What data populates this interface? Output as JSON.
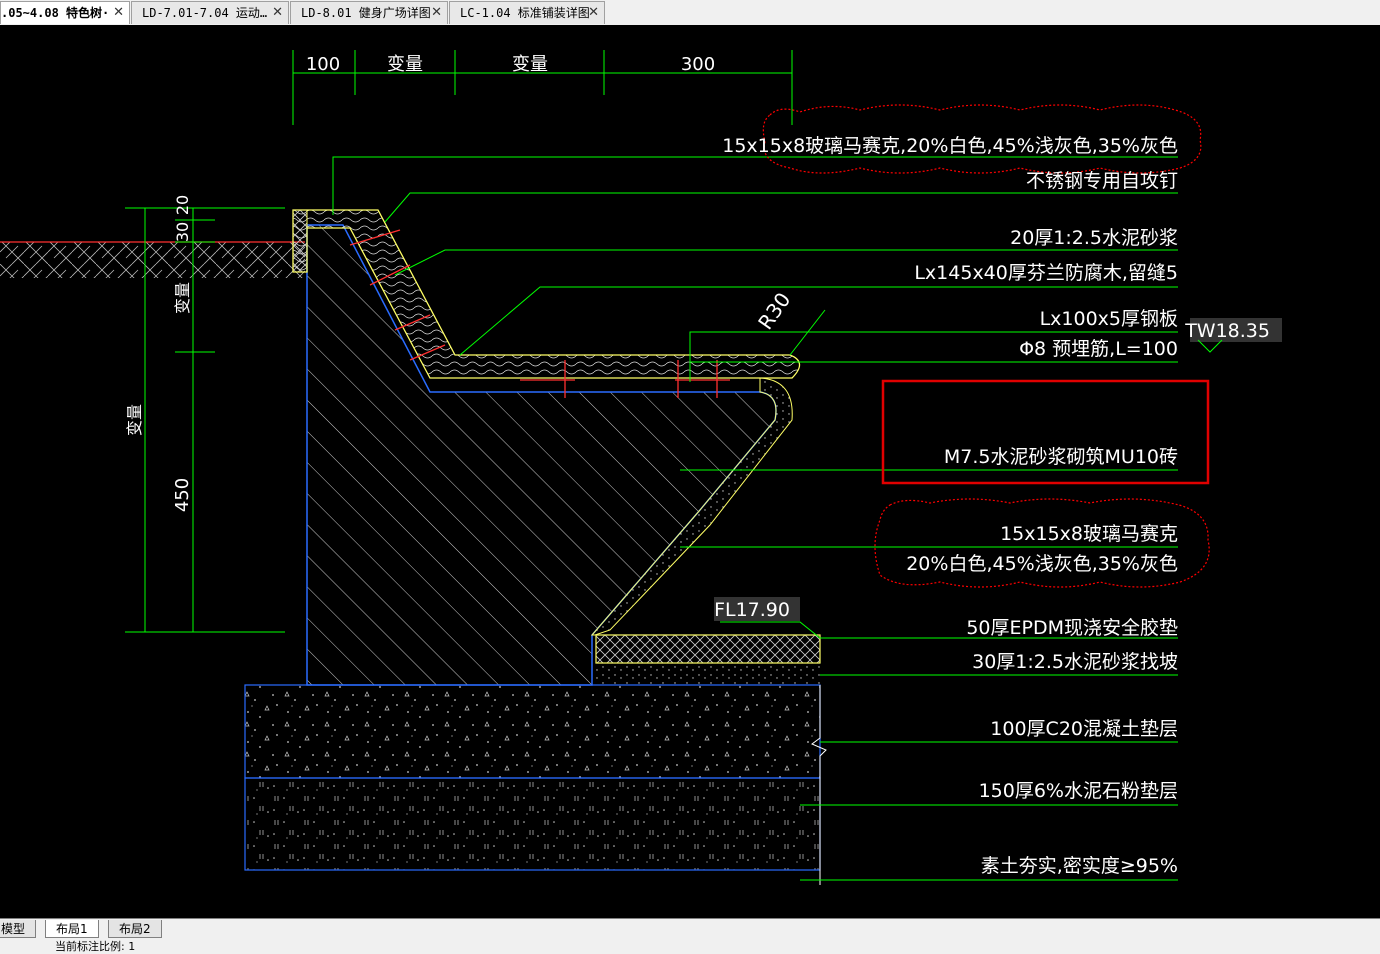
{
  "tabs": [
    {
      "label": ".05~4.08 特色树·",
      "close": "✕"
    },
    {
      "label": "LD-7.01-7.04  运动…",
      "close": "✕"
    },
    {
      "label": "LD-8.01 健身广场详图",
      "close": "✕"
    },
    {
      "label": "LC-1.04 标准铺装详图",
      "close": "✕"
    }
  ],
  "dims": {
    "top": [
      "100",
      "变量",
      "变量",
      "300"
    ],
    "left": [
      "30",
      "20",
      "变量",
      "变量",
      "450"
    ]
  },
  "callouts": [
    "15x15x8玻璃马赛克,20%白色,45%浅灰色,35%灰色",
    "不锈钢专用自攻钉",
    "20厚1:2.5水泥砂浆",
    "Lx145x40厚芬兰防腐木,留缝5",
    "Lx100x5厚钢板",
    "Φ8 预埋筋,L=100",
    "M7.5水泥砂浆砌筑MU10砖",
    "15x15x8玻璃马赛克",
    "20%白色,45%浅灰色,35%灰色",
    "50厚EPDM现浇安全胶垫",
    "30厚1:2.5水泥砂浆找坡",
    "100厚C20混凝土垫层",
    "150厚6%水泥石粉垫层",
    "素土夯实,密实度≥95%"
  ],
  "levels": {
    "tw": "TW18.35",
    "fl": "FL17.90",
    "radius": "R30"
  },
  "layout_tabs": [
    "模型",
    "布局1",
    "布局2"
  ],
  "status": "当前标注比例: 1",
  "colors": {
    "dim": "#00ff00",
    "text": "#ffffff",
    "cloud": "#ff0000",
    "outline": "#2a6cff",
    "wood": "#ffff66",
    "highlight": "#e00000"
  }
}
